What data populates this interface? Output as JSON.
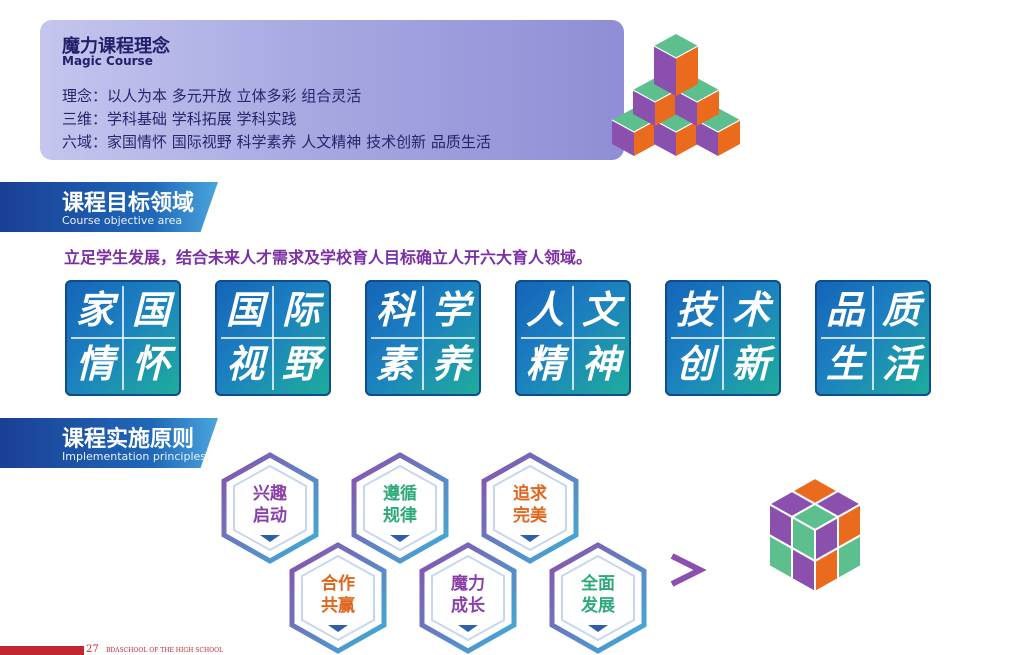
{
  "concept": {
    "title": "魔力课程理念",
    "subtitle": "Magic Course",
    "lines": [
      "理念：以人为本   多元开放   立体多彩   组合灵活",
      "三维：学科基础   学科拓展   学科实践",
      "六域：家国情怀   国际视野   科学素养   人文精神   技术创新   品质生活"
    ]
  },
  "section1": {
    "title": "课程目标领域",
    "subtitle": "Course objective area"
  },
  "slogan": "立足学生发展，结合未来人才需求及学校育人目标确立人开六大育人领域。",
  "domains": [
    {
      "chars": [
        "家",
        "国",
        "情",
        "怀"
      ]
    },
    {
      "chars": [
        "国",
        "际",
        "视",
        "野"
      ]
    },
    {
      "chars": [
        "科",
        "学",
        "素",
        "养"
      ]
    },
    {
      "chars": [
        "人",
        "文",
        "精",
        "神"
      ]
    },
    {
      "chars": [
        "技",
        "术",
        "创",
        "新"
      ]
    },
    {
      "chars": [
        "品",
        "质",
        "生",
        "活"
      ]
    }
  ],
  "section2": {
    "title": "课程实施原则",
    "subtitle": "Implementation principles"
  },
  "principles": [
    {
      "lines": [
        "兴趣",
        "启动"
      ],
      "color": "#8b3fa8"
    },
    {
      "lines": [
        "遵循",
        "规律"
      ],
      "color": "#2eaa7a"
    },
    {
      "lines": [
        "追求",
        "完美"
      ],
      "color": "#e0661d"
    },
    {
      "lines": [
        "合作",
        "共赢"
      ],
      "color": "#e0661d"
    },
    {
      "lines": [
        "魔力",
        "成长"
      ],
      "color": "#8b3fa8"
    },
    {
      "lines": [
        "全面",
        "发展"
      ],
      "color": "#2eaa7a"
    }
  ],
  "footer": {
    "page": "27",
    "school": "BDASCHOOL OF THE HIGH SCHOOL"
  },
  "colors": {
    "purple": "#8b4fae",
    "orange": "#ea6a1e",
    "green": "#5dbf8e"
  }
}
